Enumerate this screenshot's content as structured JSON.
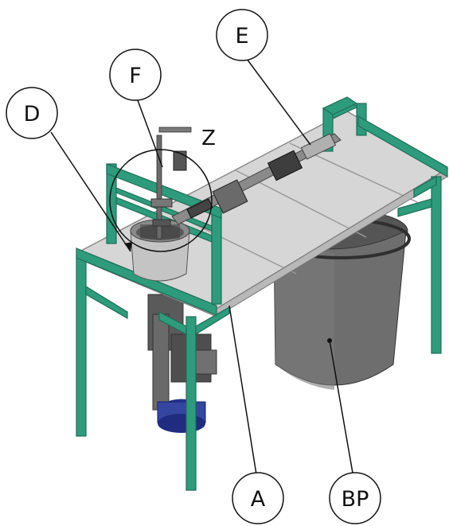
{
  "labels": {
    "D": "D",
    "F": "F",
    "E": "E",
    "Z": "Z",
    "A": "A",
    "BP": "BP"
  },
  "colors": {
    "frame": "#2e9b7c",
    "frame_dark": "#1f6e57",
    "frame_light": "#5cc2a3",
    "table_top": "#d6d6d6",
    "table_edge": "#a8a8a8",
    "tank": "#6e6e6e",
    "tank_dark": "#4a4a4a",
    "tank_light": "#8c8c8c",
    "pump_blue": "#2a3a9c",
    "pipe": "#8a8a8a",
    "outline": "#111111"
  }
}
